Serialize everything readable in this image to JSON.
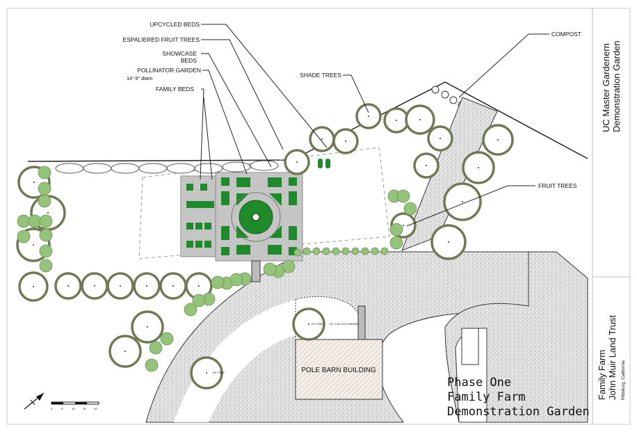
{
  "labels": {
    "upcycled_beds": "UPCYCLED BEDS",
    "espaliered_fruit_trees": "ESPALIERED FRUIT TREES",
    "showcase_beds_1": "SHOWCASE",
    "showcase_beds_2": "BEDS",
    "pollinator_garden": "POLLINATOR GARDEN",
    "pollinator_diam": "14'-9\" diam",
    "family_beds": "FAMILY BEDS",
    "shade_trees": "SHADE TREES",
    "compost": "COMPOST",
    "fruit_trees": "FRUIT TREES",
    "ex_tree": "EX TREE",
    "ex_cactus_garden": "EX. CACTUS GARDEN",
    "pole_barn": "POLE BARN BUILDING"
  },
  "title_block": {
    "phase_line1": "Phase One",
    "phase_line2": "Family Farm",
    "phase_line3": "Demonstration Garden",
    "org_line1": "UC Master Gardenern",
    "org_line2": "Demonstration Garden",
    "site_line1": "Family Farm",
    "site_line2": "John Muir Land Trust",
    "site_line3": "Pittsburg, California"
  },
  "scale_bar": [
    "0'",
    "5'",
    "10'",
    "15'",
    "20'"
  ],
  "colors": {
    "tree_outline": "#6f7a55",
    "fruit_tree_fill": "#93c47a",
    "bed_green": "#1f8a2a",
    "path_gray": "#d9d9d9",
    "panel_gray": "#c8c8c8"
  }
}
